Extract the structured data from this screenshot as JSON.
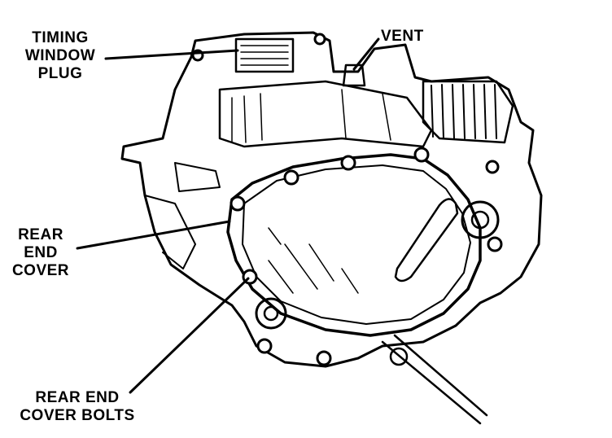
{
  "labels": {
    "timing_window_plug": [
      "TIMING",
      "WINDOW",
      "PLUG"
    ],
    "vent": "VENT",
    "rear_end_cover": [
      "REAR",
      "END",
      "COVER"
    ],
    "rear_end_cover_bolts": [
      "REAR END",
      "COVER BOLTS"
    ]
  },
  "colors": {
    "ink": "#000000",
    "paper": "#ffffff"
  }
}
